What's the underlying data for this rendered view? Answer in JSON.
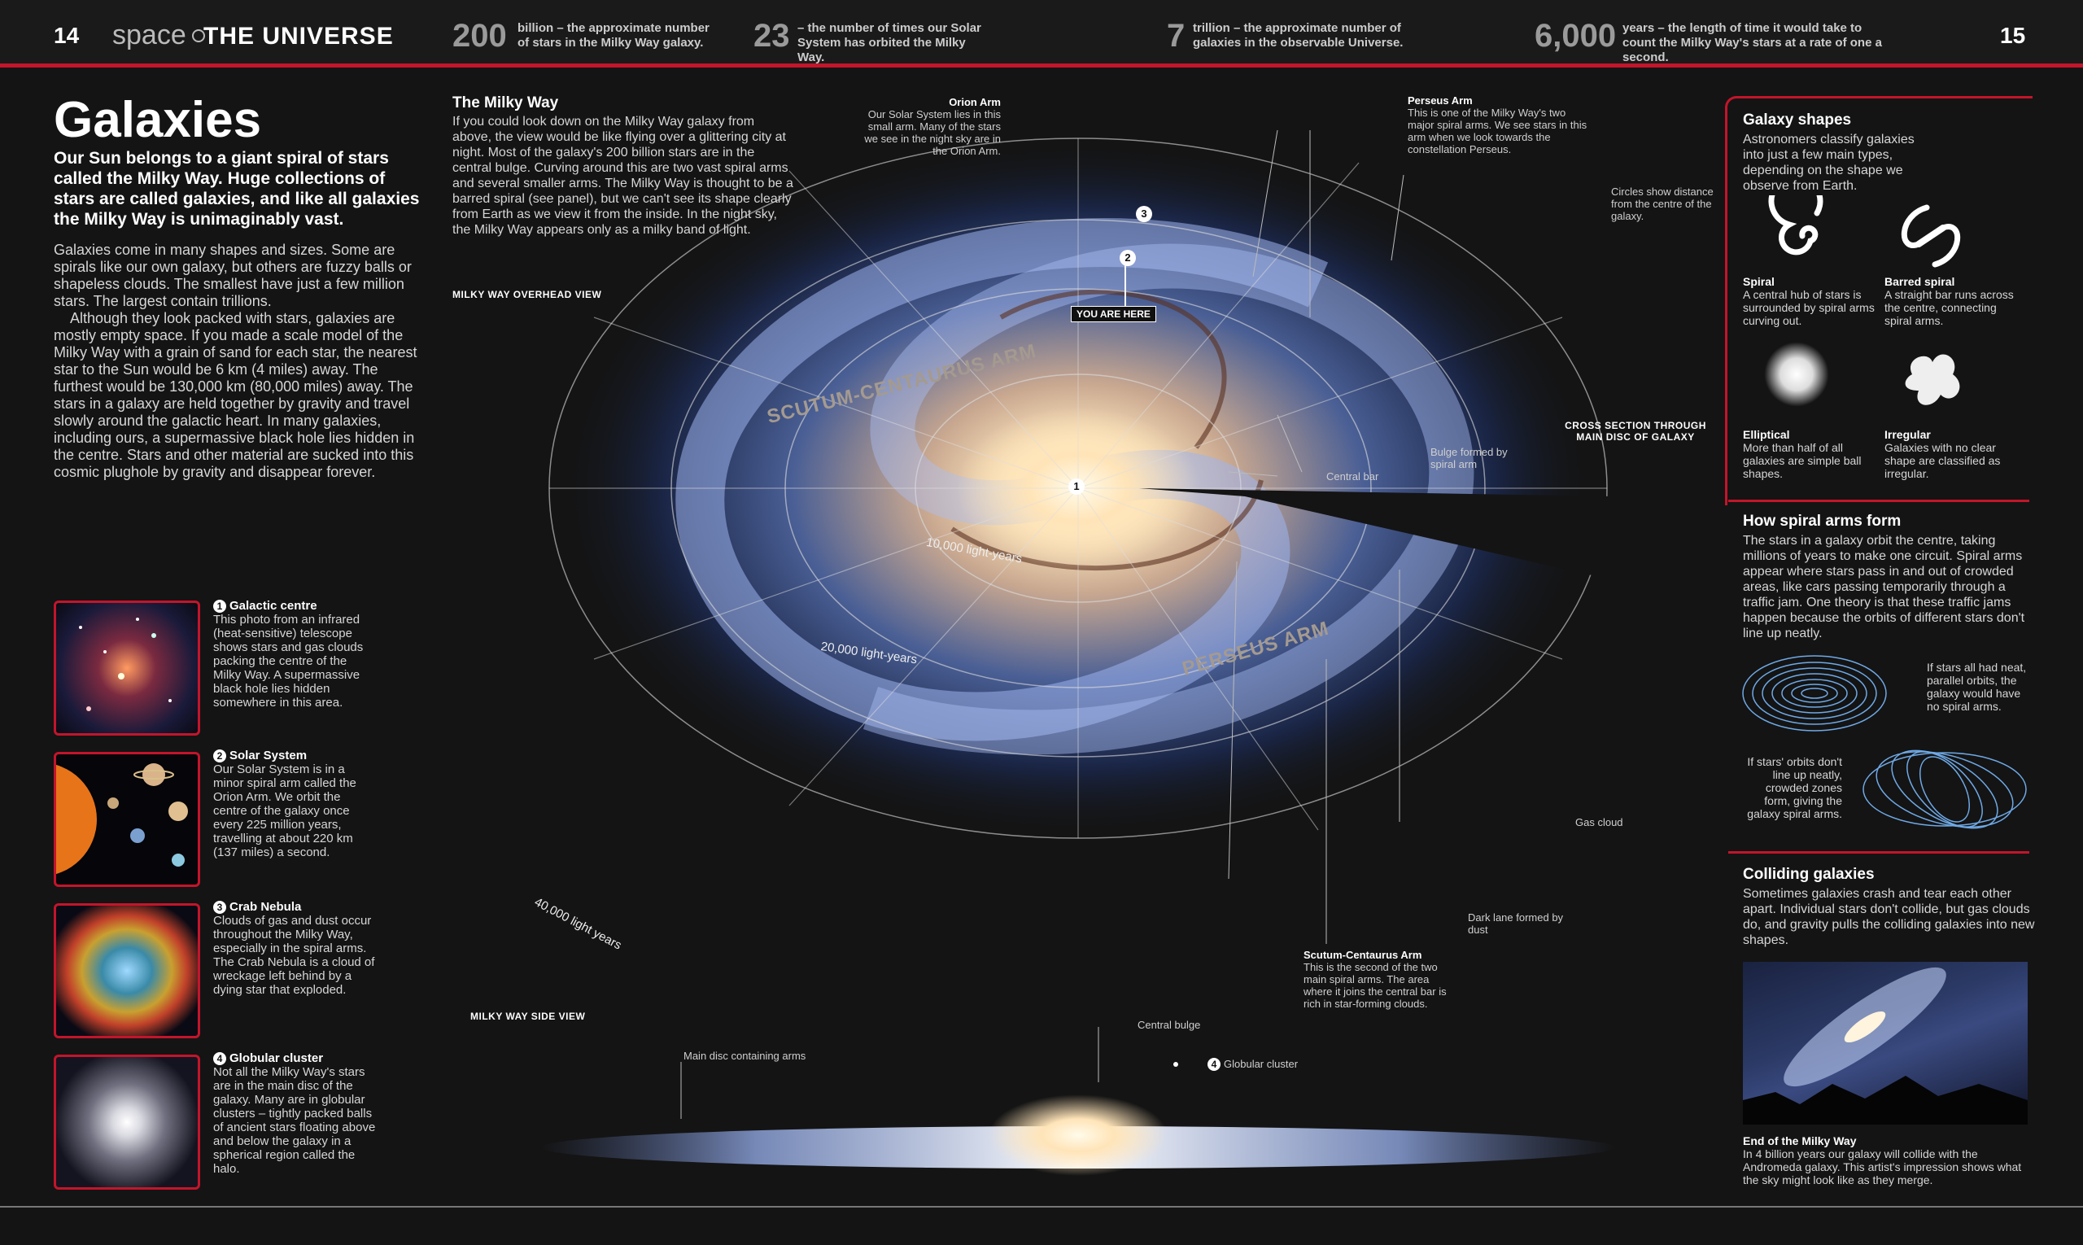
{
  "header": {
    "page_left": "14",
    "section": "space",
    "chapter": "THE UNIVERSE",
    "page_right": "15",
    "stats": [
      {
        "number": "200",
        "text": "billion – the approximate number of stars in the Milky Way galaxy."
      },
      {
        "number": "23",
        "text": "– the number of times our Solar System has orbited the Milky Way."
      },
      {
        "number": "7",
        "text": "trillion – the approximate number of galaxies in the observable Universe."
      },
      {
        "number": "6,000",
        "text": "years – the length of time it would take to count the Milky Way's stars at a rate of one a second."
      }
    ]
  },
  "left": {
    "title": "Galaxies",
    "intro": "Our Sun belongs to a giant spiral of stars called the Milky Way. Huge collections of stars are called galaxies, and like all galaxies the Milky Way is unimaginably vast.",
    "body1": "Galaxies come in many shapes and sizes. Some are spirals like our own galaxy, but others are fuzzy balls or shapeless clouds. The smallest have just a few million stars. The largest contain trillions.",
    "body2": "Although they look packed with stars, galaxies are mostly empty space. If you made a scale model of the Milky Way with a grain of sand for each star, the nearest star to the Sun would be 6 km (4 miles) away. The furthest would be 130,000 km (80,000 miles) away. The stars in a galaxy are held together by gravity and travel slowly around the galactic heart. In many galaxies, including ours, a supermassive black hole lies hidden in the centre. Stars and other material are sucked into this cosmic plughole by gravity and disappear forever.",
    "captions": [
      {
        "num": "1",
        "title": "Galactic centre",
        "text": "This photo from an infrared (heat-sensitive) telescope shows stars and gas clouds packing the centre of the Milky Way. A supermassive black hole lies hidden somewhere in this area."
      },
      {
        "num": "2",
        "title": "Solar System",
        "text": "Our Solar System is in a minor spiral arm called the Orion Arm. We orbit the centre of the galaxy once every 225 million years, travelling at about 220 km (137 miles) a second."
      },
      {
        "num": "3",
        "title": "Crab Nebula",
        "text": "Clouds of gas and dust occur throughout the Milky Way, especially in the spiral arms. The Crab Nebula is a cloud of wreckage left behind by a dying star that exploded."
      },
      {
        "num": "4",
        "title": "Globular cluster",
        "text": "Not all the Milky Way's stars are in the main disc of the galaxy. Many are in globular clusters – tightly packed balls of ancient stars floating above and below the galaxy in a spherical region called the halo."
      }
    ]
  },
  "center": {
    "mw_heading": "The Milky Way",
    "mw_text": "If you could look down on the Milky Way galaxy from above, the view would be like flying over a glittering city at night. Most of the galaxy's 200 billion stars are in the central bulge. Curving around this are two vast spiral arms and several smaller arms. The Milky Way is thought to be a barred spiral (see panel), but we can't see its shape clearly from Earth as we view it from the inside. In the night sky, the Milky Way appears only as a milky band of light.",
    "overhead_label": "MILKY WAY OVERHEAD VIEW",
    "side_label": "MILKY WAY SIDE VIEW",
    "cross_section": "CROSS SECTION THROUGH MAIN DISC OF GALAXY",
    "you_are_here": "YOU ARE HERE",
    "orion_title": "Orion Arm",
    "orion_text": "Our Solar System lies in this small arm. Many of the stars we see in the night sky are in the Orion Arm.",
    "perseus_title": "Perseus Arm",
    "perseus_text": "This is one of the Milky Way's two major spiral arms. We see stars in this arm when we look towards the constellation Perseus.",
    "circles_text": "Circles show distance from the centre of the galaxy.",
    "bulge_arm": "Bulge formed by spiral arm",
    "central_bar": "Central bar",
    "gas_cloud": "Gas cloud",
    "dark_lane": "Dark lane formed by dust",
    "scutum_title": "Scutum-Centaurus Arm",
    "scutum_text": "This is the second of the two main spiral arms. The area where it joins the central bar is rich in star-forming clouds.",
    "arm_scutum": "SCUTUM-CENTAURUS ARM",
    "arm_perseus": "PERSEUS ARM",
    "ly10": "10,000 light-years",
    "ly20": "20,000 light-years",
    "ly40": "40,000 light years",
    "main_disc": "Main disc containing arms",
    "central_bulge": "Central bulge",
    "globular": "Globular cluster",
    "m1": "1",
    "m2": "2",
    "m3": "3",
    "m4": "4"
  },
  "right": {
    "shapes_head": "Galaxy shapes",
    "shapes_text": "Astronomers classify galaxies into just a few main types, depending on the shape we observe from Earth.",
    "spiral_title": "Spiral",
    "spiral_text": "A central hub of stars is surrounded by spiral arms curving out.",
    "barred_title": "Barred spiral",
    "barred_text": "A straight bar runs across the centre, connecting spiral arms.",
    "elliptical_title": "Elliptical",
    "elliptical_text": "More than half of all galaxies are simple ball shapes.",
    "irregular_title": "Irregular",
    "irregular_text": "Galaxies with no clear shape are classified as irregular.",
    "arms_head": "How spiral arms form",
    "arms_text": "The stars in a galaxy orbit the centre, taking millions of years to make one circuit. Spiral arms appear where stars pass in and out of crowded areas, like cars passing temporarily through a traffic jam. One theory is that these traffic jams happen because the orbits of different stars don't line up neatly.",
    "orbit_note1": "If stars all had neat, parallel orbits, the galaxy would have no spiral arms.",
    "orbit_note2": "If stars' orbits don't line up neatly, crowded zones form, giving the galaxy spiral arms.",
    "colliding_head": "Colliding galaxies",
    "colliding_text": "Sometimes galaxies crash and tear each other apart. Individual stars don't collide, but gas clouds do, and gravity pulls the colliding galaxies into new shapes.",
    "end_title": "End of the Milky Way",
    "end_text": "In 4 billion years our galaxy will collide with the Andromeda galaxy. This artist's impression shows what the sky might look like as they merge."
  }
}
